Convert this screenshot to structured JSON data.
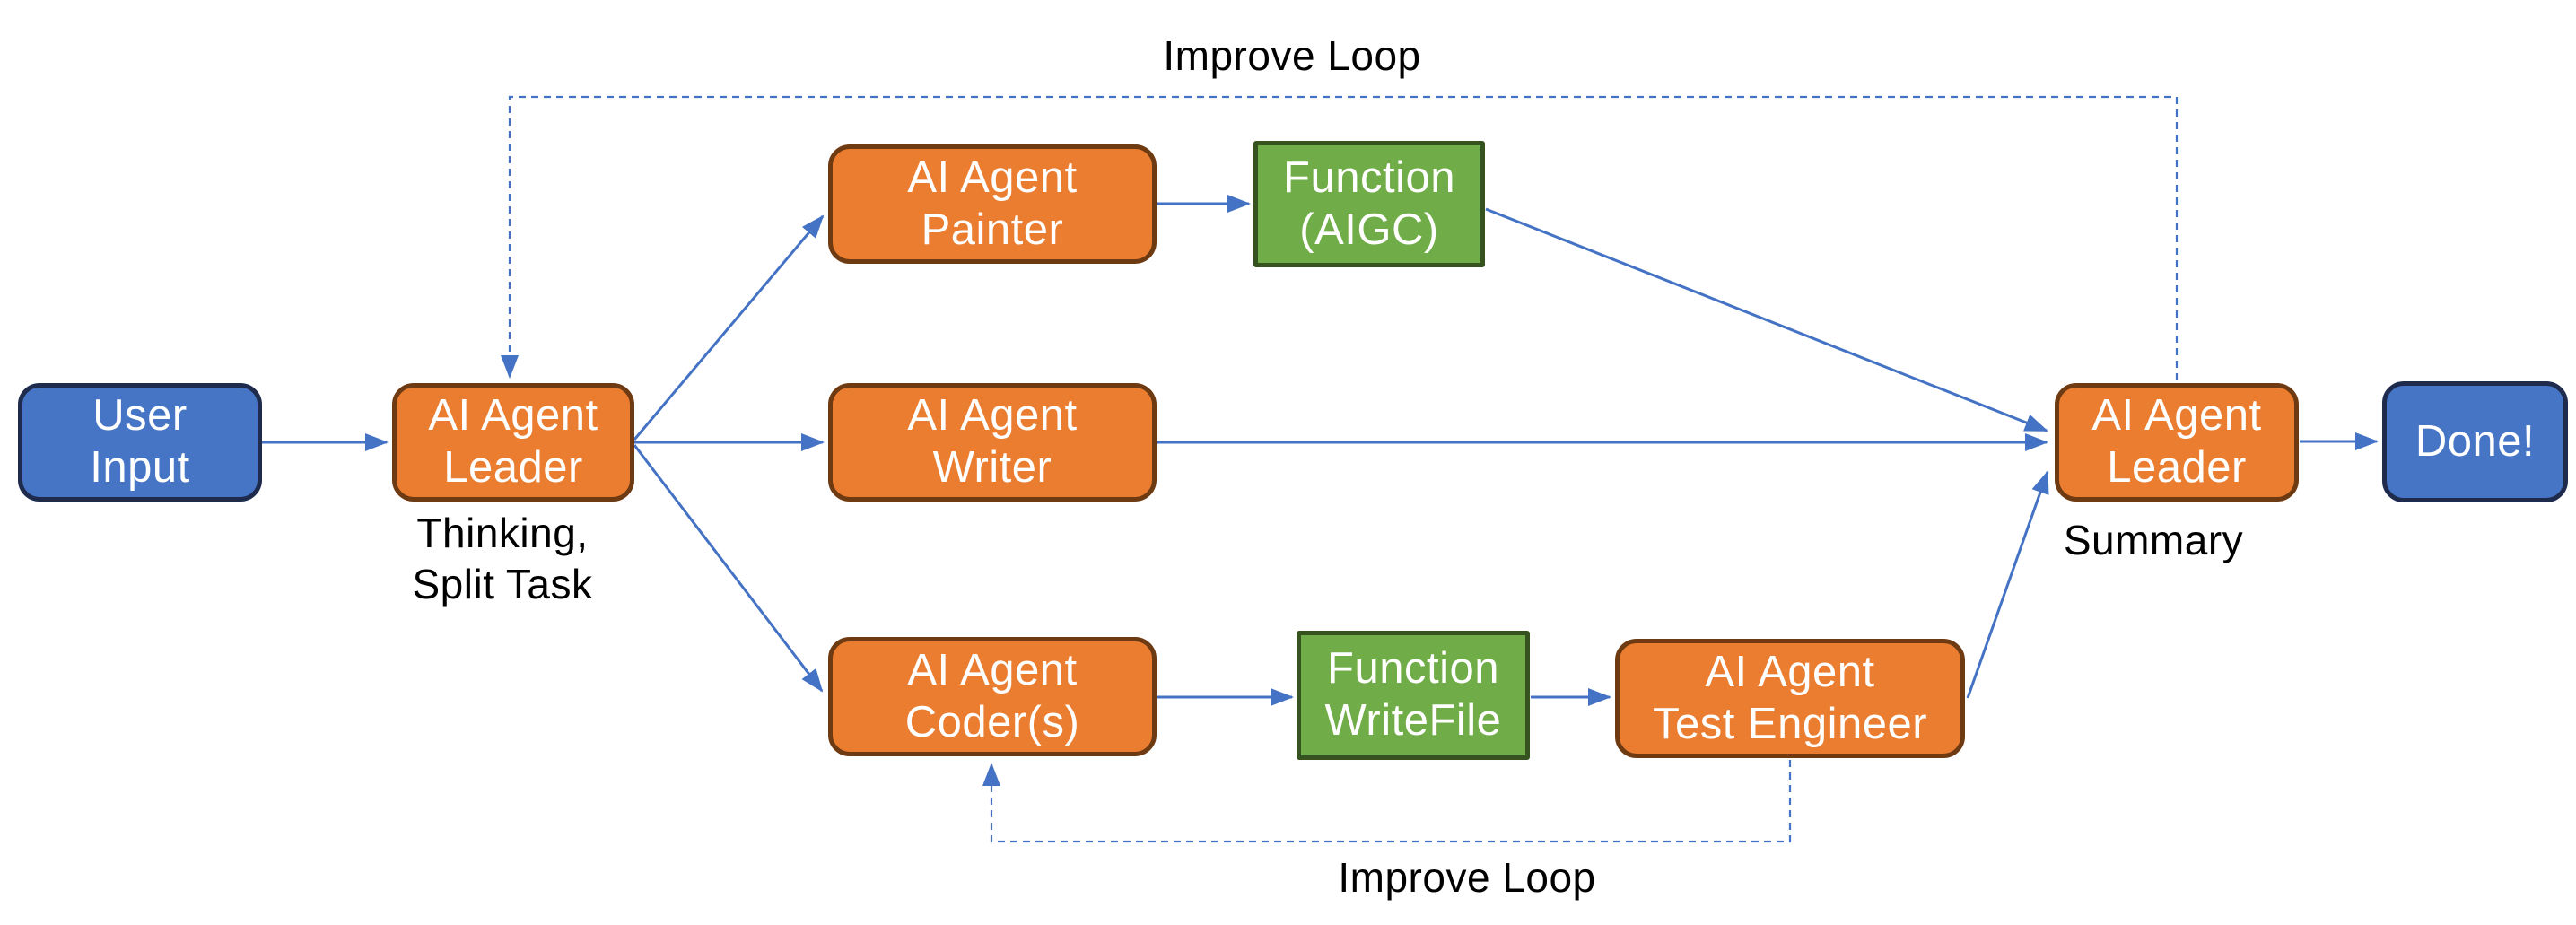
{
  "diagram": {
    "title": "AI Agent workflow flowchart",
    "nodes": {
      "user_input": {
        "label": "User\nInput",
        "color": "blue"
      },
      "leader_left": {
        "label": "AI Agent\nLeader",
        "color": "orange",
        "caption": "Thinking,\nSplit Task"
      },
      "painter": {
        "label": "AI Agent\nPainter",
        "color": "orange"
      },
      "function_aigc": {
        "label": "Function\n(AIGC)",
        "color": "green"
      },
      "writer": {
        "label": "AI Agent\nWriter",
        "color": "orange"
      },
      "coders": {
        "label": "AI Agent\nCoder(s)",
        "color": "orange"
      },
      "function_writefile": {
        "label": "Function\nWriteFile",
        "color": "green"
      },
      "test_engineer": {
        "label": "AI Agent\nTest Engineer",
        "color": "orange"
      },
      "leader_right": {
        "label": "AI Agent\nLeader",
        "color": "orange",
        "caption": "Summary"
      },
      "done": {
        "label": "Done!",
        "color": "blue"
      }
    },
    "loop_labels": {
      "top": "Improve Loop",
      "bottom": "Improve Loop"
    },
    "palette": {
      "box_blue": "#4775C6",
      "box_blue_border": "#1E2B4D",
      "box_orange": "#EB7D31",
      "box_orange_border": "#6E3A12",
      "box_green": "#70AD48",
      "box_green_border": "#35521F",
      "arrow": "#4472C4",
      "box_text": "#FFFFFF",
      "label_text": "#000000",
      "bg": "#FFFFFF"
    }
  }
}
